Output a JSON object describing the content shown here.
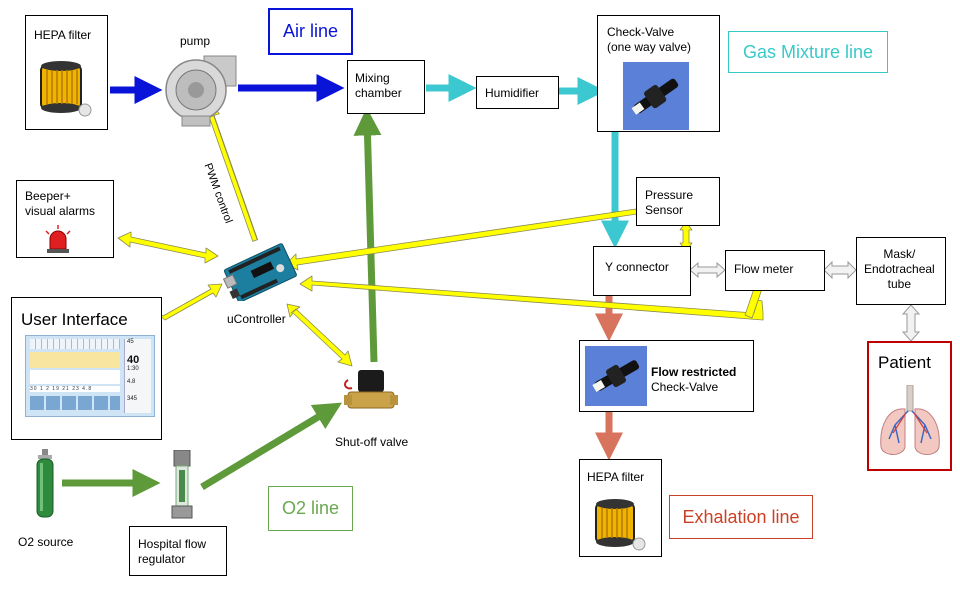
{
  "components": {
    "hepa_in": "HEPA filter",
    "pump": "pump",
    "mixing": "Mixing\nchamber",
    "humidifier": "Humidifier",
    "check_valve": "Check-Valve\n(one way valve)",
    "pressure": "Pressure\nSensor",
    "y_connector": "Y connector",
    "flow_meter": "Flow meter",
    "mask": "Mask/\nEndotracheal\ntube",
    "patient": "Patient",
    "flow_restricted_bold": "Flow restricted",
    "flow_restricted_rest": "Check-Valve",
    "hepa_out": "HEPA filter",
    "beeper": "Beeper+\nvisual alarms",
    "user_interface": "User Interface",
    "ucontroller": "uController",
    "shutoff": "Shut-off valve",
    "o2_source": "O2 source",
    "regulator": "Hospital flow\nregulator",
    "pwm": "PWM control"
  },
  "legend": {
    "air": "Air line",
    "gas": "Gas Mixture line",
    "o2": "O2 line",
    "exhalation": "Exhalation line"
  },
  "ui_panel": {
    "values": [
      "45",
      "40",
      "1:30",
      "4.8",
      "345"
    ],
    "row": [
      "30",
      "1",
      "2",
      "19",
      "21",
      "23",
      "4.8"
    ]
  },
  "colors": {
    "air": "#0a14d8",
    "gas": "#3cc8d0",
    "o2": "#5f9a3a",
    "exhalation": "#d8735e",
    "control": "#ffff00",
    "patient_border": "#c00000",
    "legend_gas": "#38c9c9",
    "legend_o2": "#6aa84f",
    "legend_exhalation": "#cc4125"
  }
}
